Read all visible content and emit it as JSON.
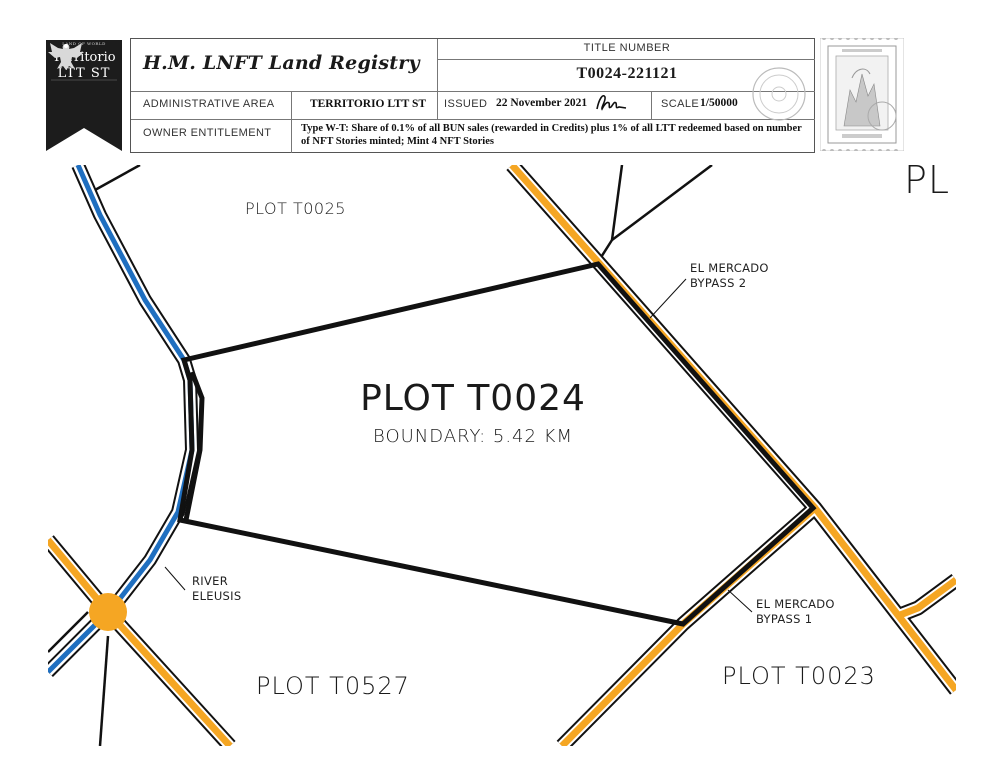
{
  "badge": {
    "small_text": "LAND OF WORLD",
    "line1": "Territorio",
    "line2": "LTT ST",
    "icon": "eagle-crest-icon",
    "color": "#1c1c1c"
  },
  "header": {
    "registry_title": "H.M. LNFT Land Registry",
    "title_number_label": "TITLE NUMBER",
    "title_number": "T0024-221121",
    "admin_area_label": "ADMINISTRATIVE AREA",
    "admin_area": "TERRITORIO LTT ST",
    "issued_label": "ISSUED",
    "issued_date": "22 November 2021",
    "scale_label": "SCALE",
    "scale_value": "1/50000",
    "owner_label": "OWNER ENTITLEMENT",
    "owner_text": "Type W-T: Share of 0.1% of all BUN sales (rewarded in Credits) plus 1% of all LTT redeemed based on number of NFT Stories minted; Mint 4 NFT Stories"
  },
  "map": {
    "main_plot": "PLOT T0024",
    "boundary": "BOUNDARY: 5.42 KM",
    "neighbors": {
      "t0025": "PLOT T0025",
      "t0527": "PLOT T0527",
      "t0023": "PLOT T0023",
      "edge": "PL"
    },
    "annotations": {
      "bypass2_line1": "EL MERCADO",
      "bypass2_line2": "BYPASS 2",
      "bypass1_line1": "EL MERCADO",
      "bypass1_line2": "BYPASS 1",
      "river_line1": "RIVER",
      "river_line2": "ELEUSIS"
    },
    "colors": {
      "road": "#f5a623",
      "river": "#1f6fc0",
      "boundary": "#111111",
      "junction": "#f5a623"
    }
  }
}
